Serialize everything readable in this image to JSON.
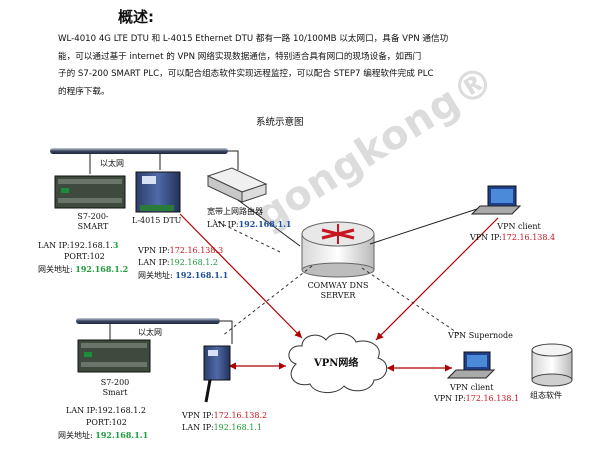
{
  "heading": "概述:",
  "paragraph": [
    "WL-4010 4G LTE DTU 和 L-4015 Ethernet DTU 都有一路 10/100MB 以太网口，具备 VPN 通信功",
    "能，可以通过基于 internet 的 VPN 网络实现数据通信，特别适合具有网口的现场设备，如西门",
    "子的 S7-200 SMART PLC，可以配合组态软件实现远程监控，可以配合 STEP7 编程软件完成 PLC",
    "的程序下载。"
  ],
  "caption": "系统示意图",
  "watermark": "gongkong®",
  "top_site": {
    "ethernet_label": "以太网",
    "plc_name": [
      "S7-200-",
      "SMART"
    ],
    "plc_lan_ip_prefix": "LAN IP:192.168.1.",
    "plc_lan_ip_last": "3",
    "plc_port": "PORT:102",
    "plc_gateway_label": "网关地址:",
    "plc_gateway": "192.168.1.2",
    "dtu_name": "L-4015 DTU",
    "dtu_vpn_label": "VPN IP:",
    "dtu_vpn_ip": "172.16.138.3",
    "dtu_lan_label": "LAN IP:",
    "dtu_lan_ip": "192.168.1.2",
    "dtu_gateway_label": "网关地址:",
    "dtu_gateway": "192.168.1.1",
    "router_name": "宽带上网路由器",
    "router_lan_label": "LAN IP:",
    "router_lan_ip": "192.168.1.1"
  },
  "server": {
    "name": [
      "COMWAY DNS",
      "SERVER"
    ]
  },
  "vpn_client_top": {
    "name": "VPN client",
    "vpn_label": "VPN IP:",
    "vpn_ip": "172.16.138.4"
  },
  "vpn_cloud": "VPN网络",
  "bottom_site": {
    "ethernet_label": "以太网",
    "plc_name": [
      "S7-200",
      "Smart"
    ],
    "plc_lan_ip": "LAN IP:192.168.1.2",
    "plc_port": "PORT:102",
    "plc_gateway_label": "网关地址:",
    "plc_gateway": "192.168.1.1",
    "dtu_vpn_label": "VPN IP:",
    "dtu_vpn_ip": "172.16.138.2",
    "dtu_lan_label": "LAN IP:",
    "dtu_lan_ip": "192.168.1.1"
  },
  "supernode": {
    "title": "VPN Supernode",
    "client_name": "VPN client",
    "vpn_label": "VPN IP:",
    "vpn_ip": "172.16.138.1"
  },
  "scada": "组态软件"
}
